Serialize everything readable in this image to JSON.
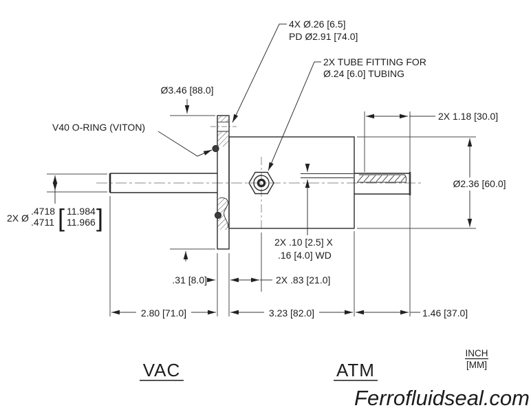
{
  "drawing": {
    "callouts": {
      "bolt_holes_line1": "4X Ø.26 [6.5]",
      "bolt_holes_line2": "PD Ø2.91 [74.0]",
      "tube_fitting_line1": "2X TUBE FITTING FOR",
      "tube_fitting_line2": "Ø.24 [6.0] TUBING",
      "flange_diameter": "Ø3.46 [88.0]",
      "oring_label": "V40 O-RING (VITON)",
      "shaft_engagement": "2X 1.18 [30.0]",
      "body_diameter": "Ø2.36 [60.0]",
      "groove_line1": "2X .10 [2.5] X",
      "groove_line2": ".16 [4.0] WD",
      "flange_thickness": ".31 [8.0]",
      "fitting_offset": "2X .83 [21.0]",
      "left_shaft_length": "2.80 [71.0]",
      "body_length": "3.23 [82.0]",
      "right_shaft_length": "1.46 [37.0]",
      "shaft_diameter": {
        "prefix": "2X Ø",
        "inch_upper": ".4718",
        "inch_lower": ".4711",
        "bracket_open": "[",
        "mm_upper": "11.984",
        "mm_lower": "11.966",
        "bracket_close": "]"
      }
    },
    "labels": {
      "vacuum_side": "VAC",
      "atmosphere_side": "ATM",
      "units_inch": "INCH",
      "units_mm": "[MM]"
    },
    "watermark": "Ferrofluidseal.com",
    "colors": {
      "geometry": "#2a2a2a",
      "dimension": "#3a3a3a",
      "centerline": "#8a8a8a",
      "background": "#ffffff"
    }
  }
}
